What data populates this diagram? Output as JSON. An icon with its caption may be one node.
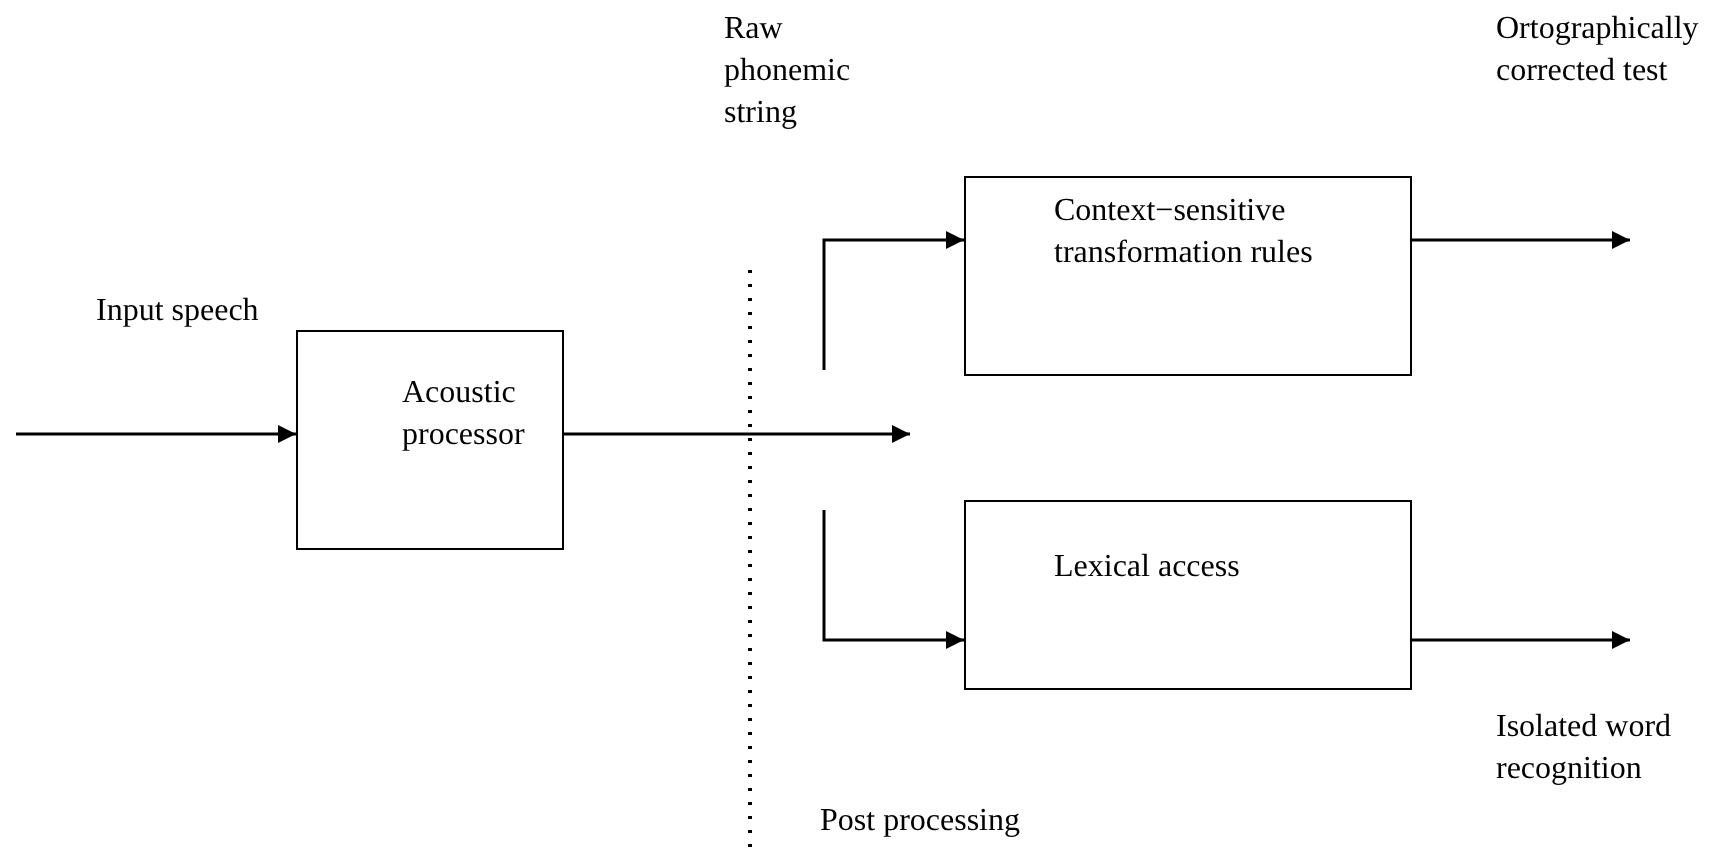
{
  "diagram": {
    "nodes": [
      {
        "text": [
          "Acoustic processor"
        ]
      },
      {
        "text": [
          "Context−sensitive transformation rules"
        ]
      },
      {
        "text": [
          "Lexical access"
        ]
      }
    ],
    "edges": [
      {
        "from": null,
        "to": 0,
        "arrow": "to"
      },
      {
        "from": 0,
        "to": null,
        "arrow": "to"
      },
      {
        "from": null,
        "to": 1,
        "arrow": "to"
      },
      {
        "from": null,
        "to": 2,
        "arrow": "to"
      },
      {
        "from": 1,
        "to": null,
        "arrow": "to"
      },
      {
        "from": 2,
        "to": null,
        "arrow": "to"
      }
    ],
    "labels": [
      "Raw phonemic string",
      "Ortographically corrected test",
      "Input speech",
      "Isolated word recognition",
      "Post processing"
    ]
  }
}
